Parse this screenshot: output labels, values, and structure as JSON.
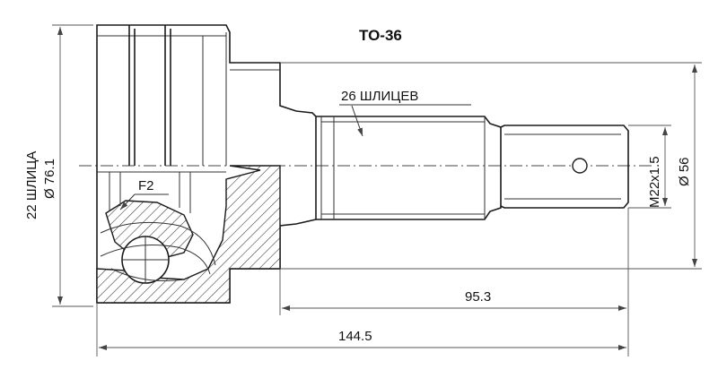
{
  "title": "TO-36",
  "labels": {
    "splines_outer": "26 ШЛИЦЕВ",
    "splines_inner": "22 ШЛИЦА",
    "f2": "F2"
  },
  "dimensions": {
    "d_outer": "Ø 76.1",
    "d_shaft": "Ø 56",
    "thread": "M22x1.5",
    "len_shaft": "95.3",
    "len_total": "144.5"
  }
}
